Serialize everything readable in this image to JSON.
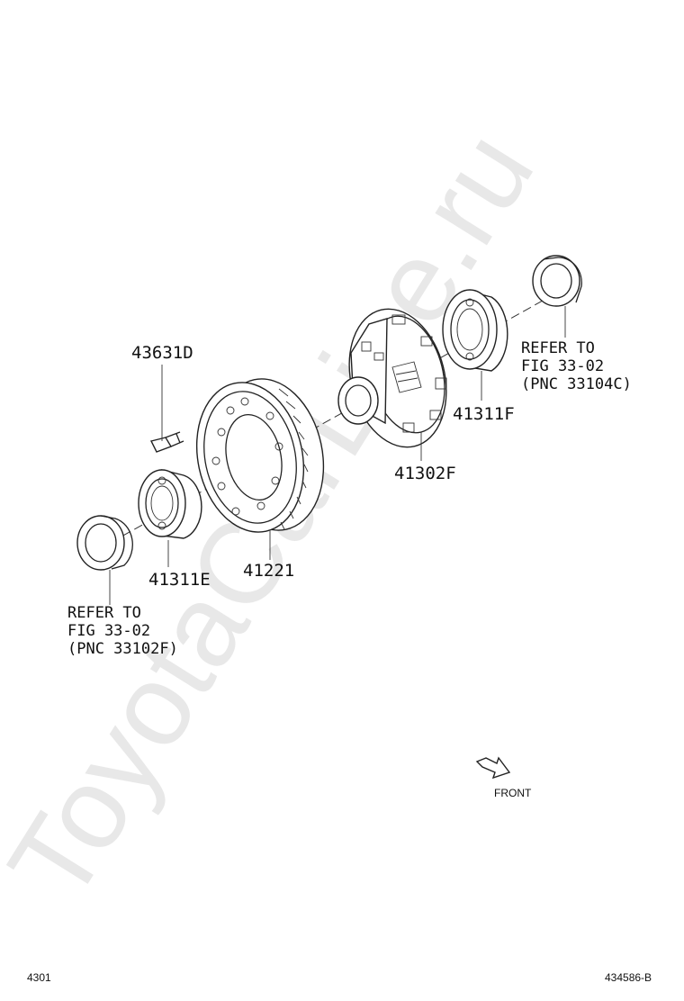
{
  "watermark": "ToyotaCarLine.ru",
  "parts": {
    "bolt": "43631D",
    "ring_gear": "41221",
    "case": "41302F",
    "bearing_left": "41311E",
    "bearing_right": "41311F"
  },
  "refer_left": {
    "line1": "REFER TO",
    "line2": "FIG 33-02",
    "line3": "(PNC 33102F)"
  },
  "refer_right": {
    "line1": "REFER TO",
    "line2": "FIG 33-02",
    "line3": "(PNC 33104C)"
  },
  "front_label": "FRONT",
  "footer": {
    "left_code": "4301",
    "right_code": "434586-B"
  }
}
